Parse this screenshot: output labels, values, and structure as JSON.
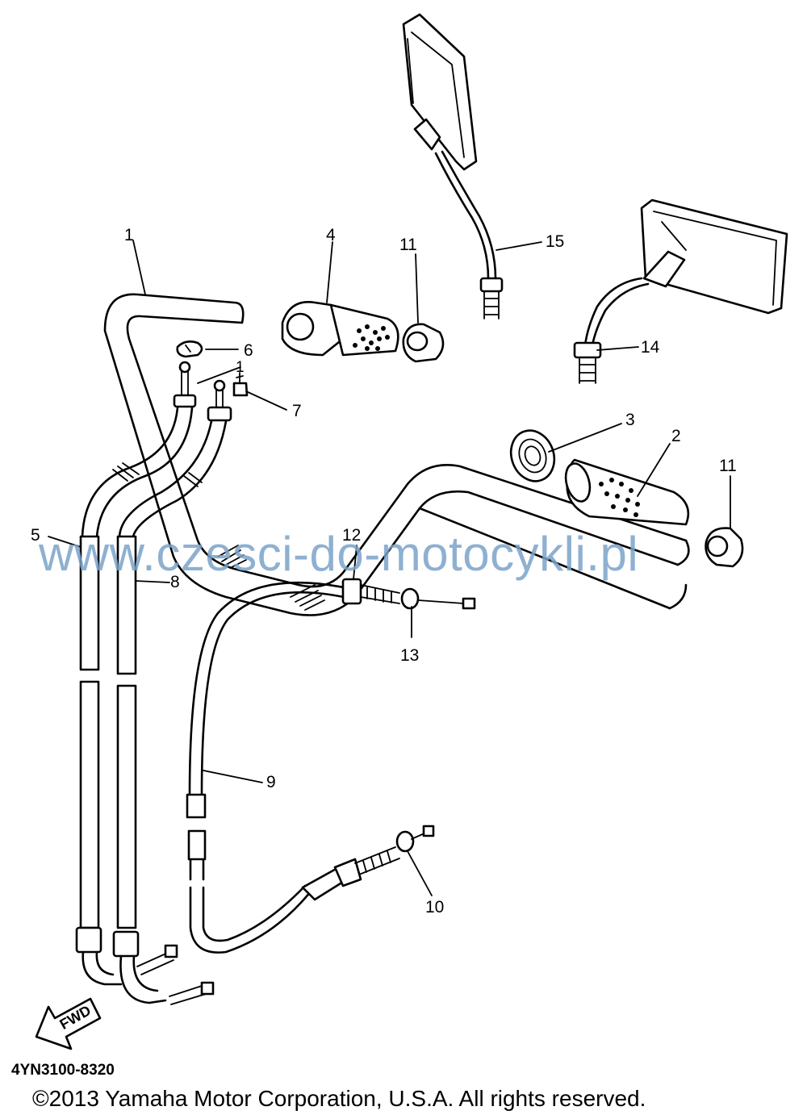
{
  "diagram": {
    "callouts": [
      {
        "id": "c1",
        "label": "1"
      },
      {
        "id": "c2",
        "label": "2"
      },
      {
        "id": "c3",
        "label": "3"
      },
      {
        "id": "c4",
        "label": "4"
      },
      {
        "id": "c5",
        "label": "5"
      },
      {
        "id": "c6",
        "label": "6"
      },
      {
        "id": "c7",
        "label": "7"
      },
      {
        "id": "c8",
        "label": "8"
      },
      {
        "id": "c9",
        "label": "9"
      },
      {
        "id": "c10",
        "label": "10"
      },
      {
        "id": "c11a",
        "label": "11"
      },
      {
        "id": "c11b",
        "label": "11"
      },
      {
        "id": "c12",
        "label": "12"
      },
      {
        "id": "c13",
        "label": "13"
      },
      {
        "id": "c14",
        "label": "14"
      },
      {
        "id": "c15",
        "label": "15"
      },
      {
        "id": "c1b",
        "label": "1"
      }
    ],
    "fwd_label": "FWD",
    "watermark": "www.czesci-do-motocykli.pl",
    "part_code": "4YN3100-8320",
    "copyright": "©2013 Yamaha Motor Corporation, U.S.A. All rights reserved."
  }
}
